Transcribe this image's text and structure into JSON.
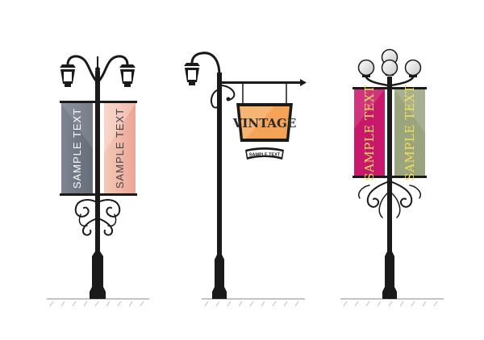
{
  "lamps": {
    "left": {
      "banner_left_text": "SAMPLE TEXT",
      "banner_right_text": "SAMPLE TEXT"
    },
    "middle": {
      "sign_title": "VINTAGE",
      "ribbon_text": "SAMPLE TEXT"
    },
    "right": {
      "banner_left_text": "SAMPLE TEXT",
      "banner_right_text": "SAMPLE TEXT"
    }
  },
  "colors": {
    "ink": "#1a1a1a",
    "banner_grey": "#727b87",
    "banner_pink": "#f0b7a6",
    "sign_orange": "#f5a457",
    "banner_magenta": "#c9186b",
    "banner_olive": "#9aa57d",
    "banner_text_yellow": "#f2df5a"
  }
}
